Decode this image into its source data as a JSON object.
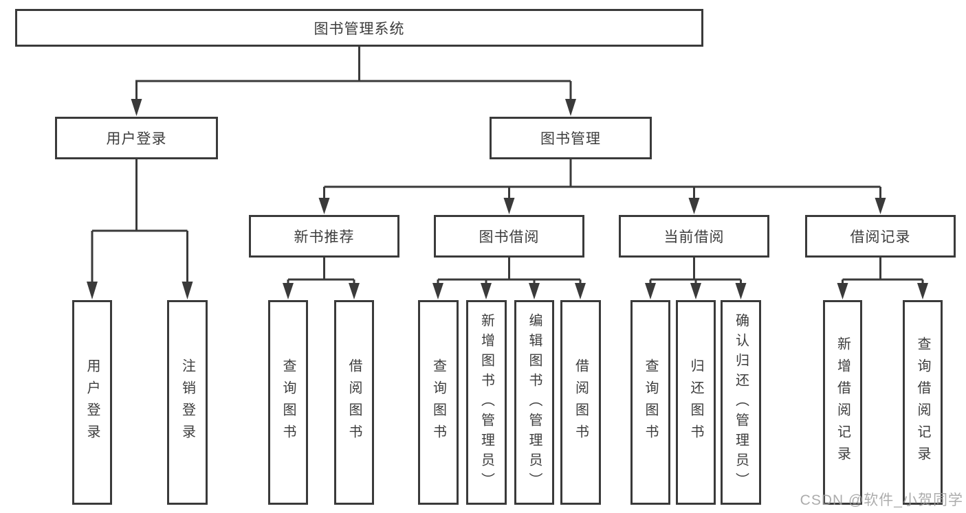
{
  "root": {
    "label": "图书管理系统"
  },
  "branches": {
    "user_login": {
      "label": "用户登录",
      "children": [
        {
          "label": "用户登录"
        },
        {
          "label": "注销登录"
        }
      ]
    },
    "book_management": {
      "label": "图书管理",
      "children": {
        "new_book_recommend": {
          "label": "新书推荐",
          "children": [
            {
              "label": "查询图书"
            },
            {
              "label": "借阅图书"
            }
          ]
        },
        "book_borrowing": {
          "label": "图书借阅",
          "children": [
            {
              "label": "查询图书"
            },
            {
              "label": "新增图书（管理员）"
            },
            {
              "label": "编辑图书（管理员）"
            },
            {
              "label": "借阅图书"
            }
          ]
        },
        "current_borrowing": {
          "label": "当前借阅",
          "children": [
            {
              "label": "查询图书"
            },
            {
              "label": "归还图书"
            },
            {
              "label": "确认归还（管理员）"
            }
          ]
        },
        "borrowing_records": {
          "label": "借阅记录",
          "children": [
            {
              "label": "新增借阅记录"
            },
            {
              "label": "查询借阅记录"
            }
          ]
        }
      }
    }
  },
  "watermark": "CSDN @软件_小贺同学",
  "colors": {
    "line": "#3a3a3a",
    "text": "#3d3d3d",
    "background": "#ffffff",
    "watermark": "#9e9e9e"
  }
}
